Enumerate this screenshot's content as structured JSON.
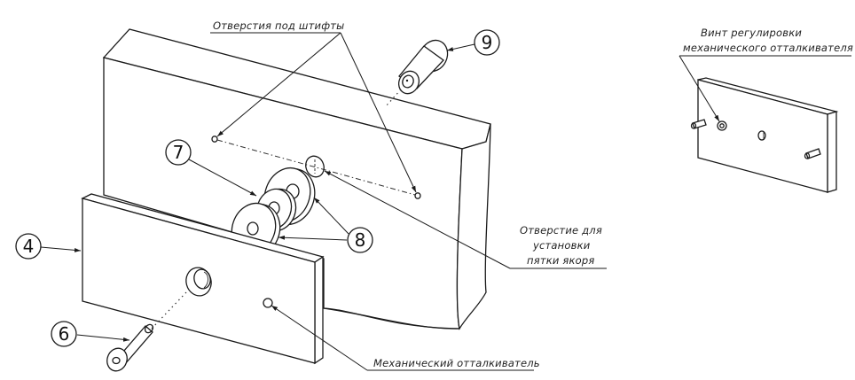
{
  "drawing": {
    "labels": {
      "pin_holes": "Отверстия под штифты",
      "adjust_screw_line1": "Винт регулировки",
      "adjust_screw_line2": "механического  отталкивателя",
      "anchor_hole_line1": "Отверстие для",
      "anchor_hole_line2": "установки",
      "anchor_hole_line3": "пятки якоря",
      "mech_pusher": "Механический отталкиватель"
    },
    "balloons": {
      "part_4": "4",
      "part_6": "6",
      "part_7": "7",
      "part_8": "8",
      "part_9": "9"
    },
    "line_color": "#1a1a1a"
  }
}
